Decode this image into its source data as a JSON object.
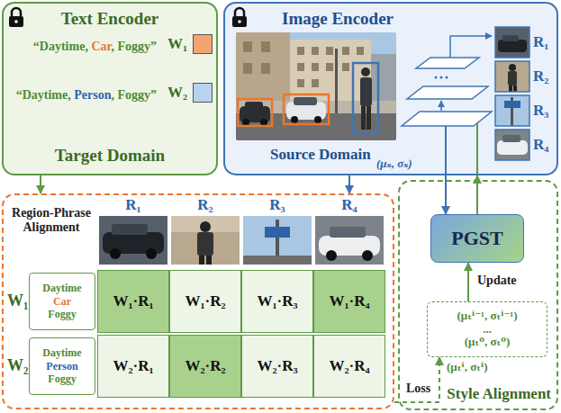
{
  "diagram": {
    "nodes": [
      {
        "text": [
          "Text Encoder",
          "“Daytime, Car, Foggy”",
          "“Daytime, Person, Foggy”",
          "Target Domain"
        ]
      },
      {
        "text": [
          "Image Encoder",
          "Source Domain",
          "(μₛ, σₛ)"
        ]
      },
      {
        "text": [
          "Region-Phrase Alignment"
        ]
      },
      {
        "text": [
          "Daytime Car Foggy"
        ],
        "in": 2
      },
      {
        "text": [
          "W₁·R₁"
        ],
        "in": 2
      },
      {
        "text": [
          "W₁·R₂"
        ],
        "in": 2
      },
      {
        "text": [
          "W₁·R₃"
        ],
        "in": 2
      },
      {
        "text": [
          "W₁·R₄"
        ],
        "in": 2
      },
      {
        "text": [
          "Daytime Person Foggy"
        ],
        "in": 2
      },
      {
        "text": [
          "W₂·R₁"
        ],
        "in": 2
      },
      {
        "text": [
          "W₂·R₂"
        ],
        "in": 2
      },
      {
        "text": [
          "W₂·R₃"
        ],
        "in": 2
      },
      {
        "text": [
          "W₂·R₄"
        ],
        "in": 2
      },
      {
        "text": [
          "Style Alignment"
        ]
      },
      {
        "text": [
          "PGST"
        ],
        "in": 13
      },
      {
        "text": [
          "(μₜⁱ⁻¹, σₜⁱ⁻¹)",
          "...",
          "(μₜ⁰, σₜ⁰)"
        ],
        "in": 13
      }
    ],
    "edges": [
      {
        "from": 0,
        "to": 2,
        "arrow": "to"
      },
      {
        "from": 1,
        "to": 2,
        "arrow": "to"
      },
      {
        "from": 1,
        "to": 14,
        "arrow": "to"
      },
      {
        "from": 14,
        "to": 1,
        "arrow": "to"
      },
      {
        "from": 15,
        "to": 14,
        "arrow": "to",
        "label": "Update"
      },
      {
        "from": 2,
        "to": 15,
        "arrow": "to",
        "label": "Loss"
      }
    ],
    "labels": [
      "R₁",
      "R₂",
      "R₃",
      "R₄",
      "R₁",
      "R₂",
      "R₃",
      "R₄",
      "W₁",
      "W₂",
      "(μₜⁱ, σₜⁱ)"
    ],
    "legend": [
      {
        "text": "W₁",
        "color": "#f4a46f"
      },
      {
        "text": "W₂",
        "color": "#b9d3ee"
      }
    ]
  }
}
